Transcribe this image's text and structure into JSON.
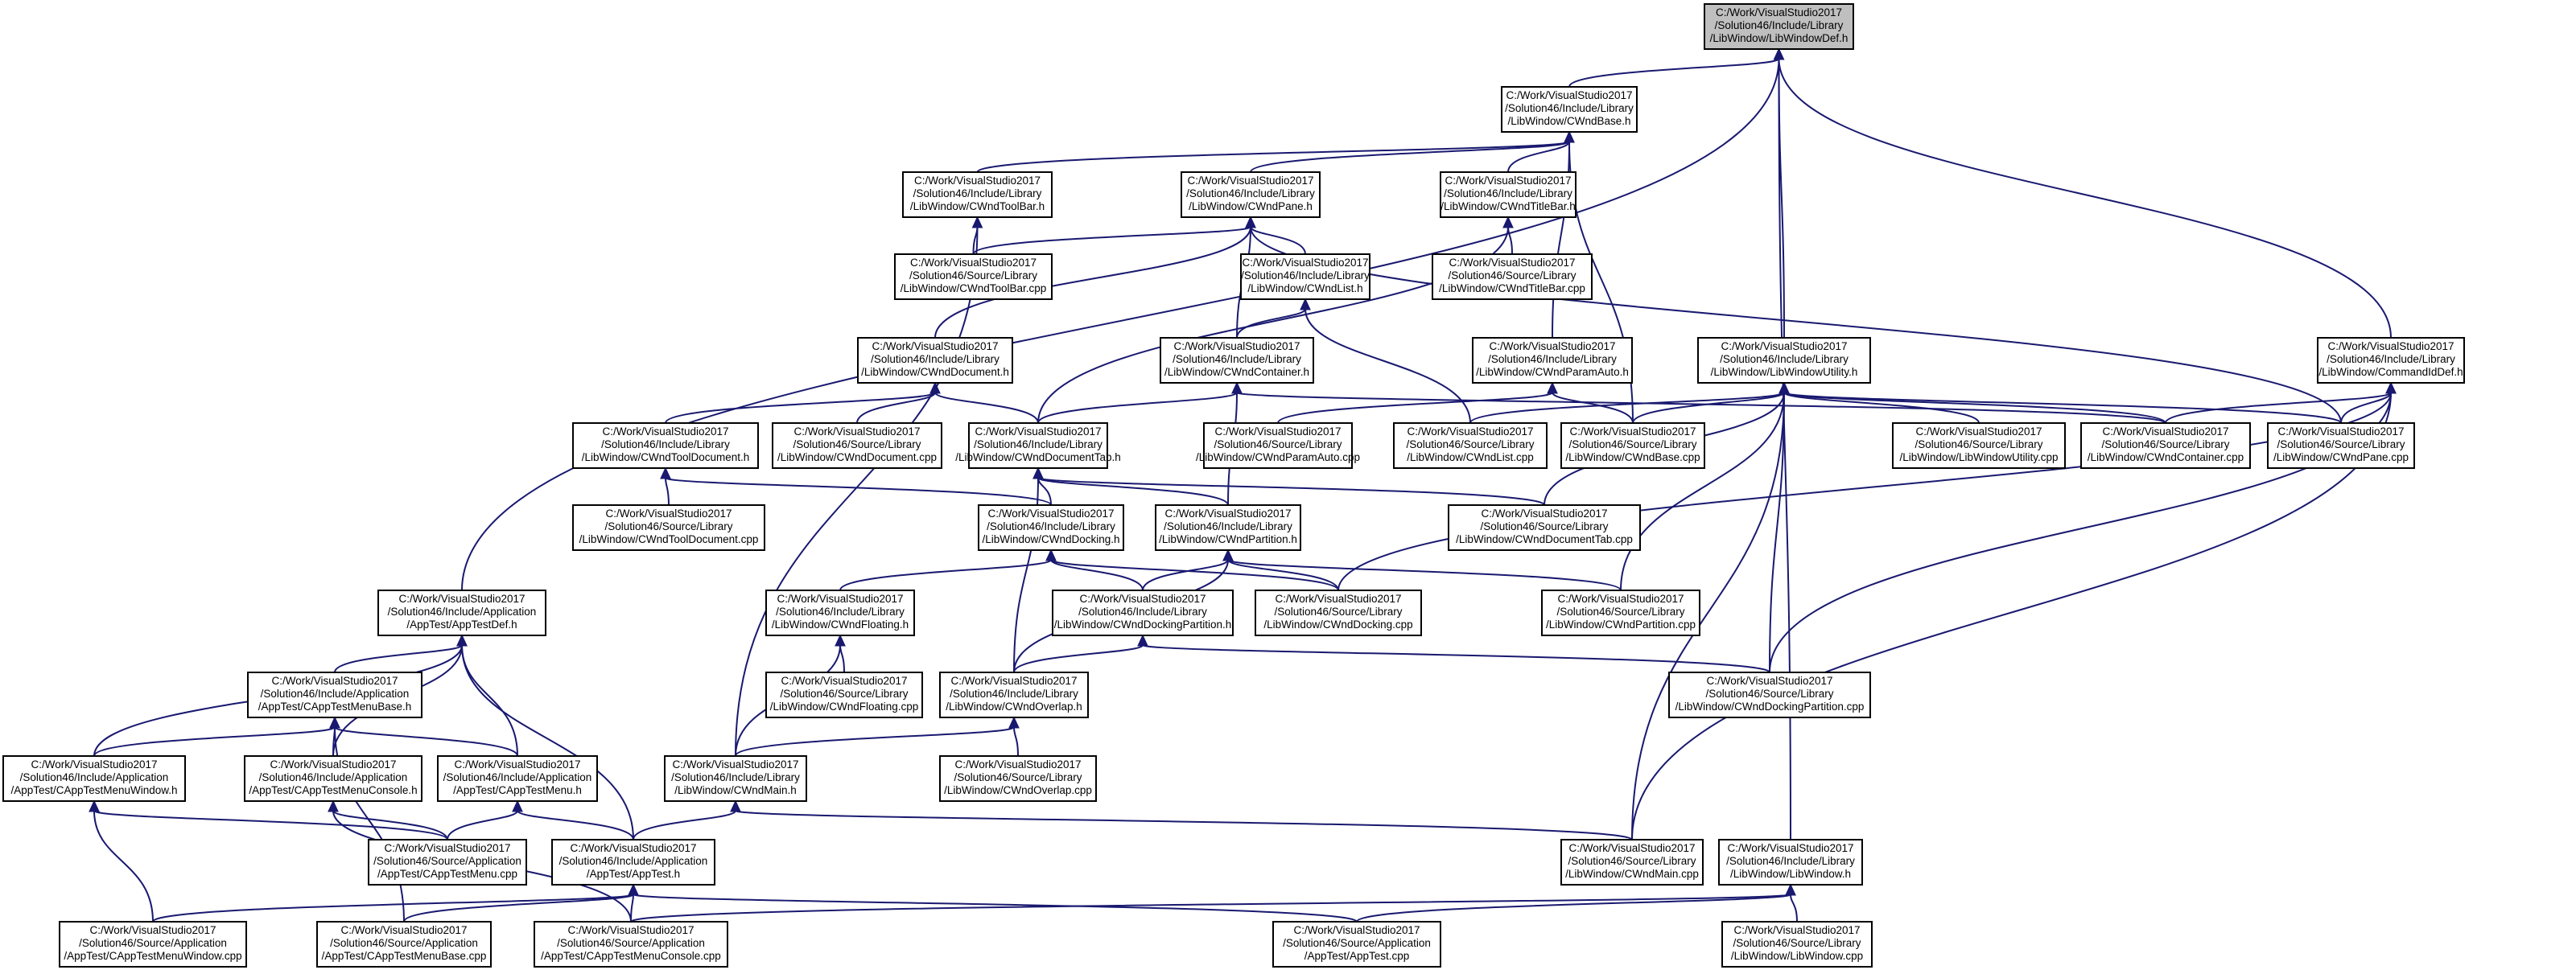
{
  "colors": {
    "edge": "#191970",
    "node_border": "#000000",
    "node_fill": "#ffffff",
    "root_fill": "#bfbfbf",
    "background": "#ffffff"
  },
  "nodes": [
    {
      "id": "libwindowdef",
      "lines": [
        "C:/Work/VisualStudio2017",
        "/Solution46/Include/Library",
        "/LibWindow/LibWindowDef.h"
      ],
      "root": true
    },
    {
      "id": "cwndbase_h",
      "lines": [
        "C:/Work/VisualStudio2017",
        "/Solution46/Include/Library",
        "/LibWindow/CWndBase.h"
      ]
    },
    {
      "id": "cwndtoolbar_h",
      "lines": [
        "C:/Work/VisualStudio2017",
        "/Solution46/Include/Library",
        "/LibWindow/CWndToolBar.h"
      ]
    },
    {
      "id": "cwndpane_h",
      "lines": [
        "C:/Work/VisualStudio2017",
        "/Solution46/Include/Library",
        "/LibWindow/CWndPane.h"
      ]
    },
    {
      "id": "cwndtitlebar_h",
      "lines": [
        "C:/Work/VisualStudio2017",
        "/Solution46/Include/Library",
        "/LibWindow/CWndTitleBar.h"
      ]
    },
    {
      "id": "cwndtoolbar_cpp",
      "lines": [
        "C:/Work/VisualStudio2017",
        "/Solution46/Source/Library",
        "/LibWindow/CWndToolBar.cpp"
      ]
    },
    {
      "id": "cwndlist_h",
      "lines": [
        "C:/Work/VisualStudio2017",
        "/Solution46/Include/Library",
        "/LibWindow/CWndList.h"
      ]
    },
    {
      "id": "cwndtitlebar_cpp",
      "lines": [
        "C:/Work/VisualStudio2017",
        "/Solution46/Source/Library",
        "/LibWindow/CWndTitleBar.cpp"
      ]
    },
    {
      "id": "cwnddocument_h",
      "lines": [
        "C:/Work/VisualStudio2017",
        "/Solution46/Include/Library",
        "/LibWindow/CWndDocument.h"
      ]
    },
    {
      "id": "cwndcontainer_h",
      "lines": [
        "C:/Work/VisualStudio2017",
        "/Solution46/Include/Library",
        "/LibWindow/CWndContainer.h"
      ]
    },
    {
      "id": "cwndparamauto_h",
      "lines": [
        "C:/Work/VisualStudio2017",
        "/Solution46/Include/Library",
        "/LibWindow/CWndParamAuto.h"
      ]
    },
    {
      "id": "libwindowutility_h",
      "lines": [
        "C:/Work/VisualStudio2017",
        "/Solution46/Include/Library",
        "/LibWindow/LibWindowUtility.h"
      ]
    },
    {
      "id": "commandiddef_h",
      "lines": [
        "C:/Work/VisualStudio2017",
        "/Solution46/Include/Library",
        "/LibWindow/CommandIdDef.h"
      ]
    },
    {
      "id": "cwndtooldocument_h",
      "lines": [
        "C:/Work/VisualStudio2017",
        "/Solution46/Include/Library",
        "/LibWindow/CWndToolDocument.h"
      ]
    },
    {
      "id": "cwnddocument_cpp",
      "lines": [
        "C:/Work/VisualStudio2017",
        "/Solution46/Source/Library",
        "/LibWindow/CWndDocument.cpp"
      ]
    },
    {
      "id": "cwnddocumenttab_h",
      "lines": [
        "C:/Work/VisualStudio2017",
        "/Solution46/Include/Library",
        "/LibWindow/CWndDocumentTab.h"
      ]
    },
    {
      "id": "cwndparamauto_cpp",
      "lines": [
        "C:/Work/VisualStudio2017",
        "/Solution46/Source/Library",
        "/LibWindow/CWndParamAuto.cpp"
      ]
    },
    {
      "id": "cwndlist_cpp",
      "lines": [
        "C:/Work/VisualStudio2017",
        "/Solution46/Source/Library",
        "/LibWindow/CWndList.cpp"
      ]
    },
    {
      "id": "cwndbase_cpp",
      "lines": [
        "C:/Work/VisualStudio2017",
        "/Solution46/Source/Library",
        "/LibWindow/CWndBase.cpp"
      ]
    },
    {
      "id": "libwindowutility_cpp",
      "lines": [
        "C:/Work/VisualStudio2017",
        "/Solution46/Source/Library",
        "/LibWindow/LibWindowUtility.cpp"
      ]
    },
    {
      "id": "cwndcontainer_cpp",
      "lines": [
        "C:/Work/VisualStudio2017",
        "/Solution46/Source/Library",
        "/LibWindow/CWndContainer.cpp"
      ]
    },
    {
      "id": "cwndpane_cpp",
      "lines": [
        "C:/Work/VisualStudio2017",
        "/Solution46/Source/Library",
        "/LibWindow/CWndPane.cpp"
      ]
    },
    {
      "id": "cwndtooldocument_cpp",
      "lines": [
        "C:/Work/VisualStudio2017",
        "/Solution46/Source/Library",
        "/LibWindow/CWndToolDocument.cpp"
      ]
    },
    {
      "id": "cwnddocking_h",
      "lines": [
        "C:/Work/VisualStudio2017",
        "/Solution46/Include/Library",
        "/LibWindow/CWndDocking.h"
      ]
    },
    {
      "id": "cwndpartition_h",
      "lines": [
        "C:/Work/VisualStudio2017",
        "/Solution46/Include/Library",
        "/LibWindow/CWndPartition.h"
      ]
    },
    {
      "id": "cwnddocumenttab_cpp",
      "lines": [
        "C:/Work/VisualStudio2017",
        "/Solution46/Source/Library",
        "/LibWindow/CWndDocumentTab.cpp"
      ]
    },
    {
      "id": "apptestdef_h",
      "lines": [
        "C:/Work/VisualStudio2017",
        "/Solution46/Include/Application",
        "/AppTest/AppTestDef.h"
      ]
    },
    {
      "id": "cwndfloating_h",
      "lines": [
        "C:/Work/VisualStudio2017",
        "/Solution46/Include/Library",
        "/LibWindow/CWndFloating.h"
      ]
    },
    {
      "id": "cwnddockingpartition_h",
      "lines": [
        "C:/Work/VisualStudio2017",
        "/Solution46/Include/Library",
        "/LibWindow/CWndDockingPartition.h"
      ]
    },
    {
      "id": "cwnddocking_cpp",
      "lines": [
        "C:/Work/VisualStudio2017",
        "/Solution46/Source/Library",
        "/LibWindow/CWndDocking.cpp"
      ]
    },
    {
      "id": "cwndpartition_cpp",
      "lines": [
        "C:/Work/VisualStudio2017",
        "/Solution46/Source/Library",
        "/LibWindow/CWndPartition.cpp"
      ]
    },
    {
      "id": "capptestmenubase_h",
      "lines": [
        "C:/Work/VisualStudio2017",
        "/Solution46/Include/Application",
        "/AppTest/CAppTestMenuBase.h"
      ]
    },
    {
      "id": "cwndfloating_cpp",
      "lines": [
        "C:/Work/VisualStudio2017",
        "/Solution46/Source/Library",
        "/LibWindow/CWndFloating.cpp"
      ]
    },
    {
      "id": "cwndoverlap_h",
      "lines": [
        "C:/Work/VisualStudio2017",
        "/Solution46/Include/Library",
        "/LibWindow/CWndOverlap.h"
      ]
    },
    {
      "id": "cwnddockingpartition_cpp",
      "lines": [
        "C:/Work/VisualStudio2017",
        "/Solution46/Source/Library",
        "/LibWindow/CWndDockingPartition.cpp"
      ]
    },
    {
      "id": "capptestmenuwindow_h",
      "lines": [
        "C:/Work/VisualStudio2017",
        "/Solution46/Include/Application",
        "/AppTest/CAppTestMenuWindow.h"
      ]
    },
    {
      "id": "capptestmenuconsole_h",
      "lines": [
        "C:/Work/VisualStudio2017",
        "/Solution46/Include/Application",
        "/AppTest/CAppTestMenuConsole.h"
      ]
    },
    {
      "id": "capptestmenu_h",
      "lines": [
        "C:/Work/VisualStudio2017",
        "/Solution46/Include/Application",
        "/AppTest/CAppTestMenu.h"
      ]
    },
    {
      "id": "cwndmain_h",
      "lines": [
        "C:/Work/VisualStudio2017",
        "/Solution46/Include/Library",
        "/LibWindow/CWndMain.h"
      ]
    },
    {
      "id": "cwndoverlap_cpp",
      "lines": [
        "C:/Work/VisualStudio2017",
        "/Solution46/Source/Library",
        "/LibWindow/CWndOverlap.cpp"
      ]
    },
    {
      "id": "capptestmenu_cpp",
      "lines": [
        "C:/Work/VisualStudio2017",
        "/Solution46/Source/Application",
        "/AppTest/CAppTestMenu.cpp"
      ]
    },
    {
      "id": "apptest_h",
      "lines": [
        "C:/Work/VisualStudio2017",
        "/Solution46/Include/Application",
        "/AppTest/AppTest.h"
      ]
    },
    {
      "id": "cwndmain_cpp",
      "lines": [
        "C:/Work/VisualStudio2017",
        "/Solution46/Source/Library",
        "/LibWindow/CWndMain.cpp"
      ]
    },
    {
      "id": "libwindow_h",
      "lines": [
        "C:/Work/VisualStudio2017",
        "/Solution46/Include/Library",
        "/LibWindow/LibWindow.h"
      ]
    },
    {
      "id": "capptestmenuwindow_cpp",
      "lines": [
        "C:/Work/VisualStudio2017",
        "/Solution46/Source/Application",
        "/AppTest/CAppTestMenuWindow.cpp"
      ]
    },
    {
      "id": "capptestmenubase_cpp",
      "lines": [
        "C:/Work/VisualStudio2017",
        "/Solution46/Source/Application",
        "/AppTest/CAppTestMenuBase.cpp"
      ]
    },
    {
      "id": "capptestmenuconsole_cpp",
      "lines": [
        "C:/Work/VisualStudio2017",
        "/Solution46/Source/Application",
        "/AppTest/CAppTestMenuConsole.cpp"
      ]
    },
    {
      "id": "apptest_cpp",
      "lines": [
        "C:/Work/VisualStudio2017",
        "/Solution46/Source/Application",
        "/AppTest/AppTest.cpp"
      ]
    },
    {
      "id": "libwindow_cpp",
      "lines": [
        "C:/Work/VisualStudio2017",
        "/Solution46/Source/Library",
        "/LibWindow/LibWindow.cpp"
      ]
    }
  ],
  "edges": [
    [
      "libwindowdef",
      "cwndbase_h"
    ],
    [
      "libwindowdef",
      "libwindowutility_h"
    ],
    [
      "libwindowdef",
      "commandiddef_h"
    ],
    [
      "libwindowdef",
      "apptestdef_h"
    ],
    [
      "libwindowdef",
      "libwindow_h"
    ],
    [
      "cwndbase_h",
      "cwndtoolbar_h"
    ],
    [
      "cwndbase_h",
      "cwndpane_h"
    ],
    [
      "cwndbase_h",
      "cwndtitlebar_h"
    ],
    [
      "cwndbase_h",
      "cwndparamauto_h"
    ],
    [
      "cwndbase_h",
      "cwndbase_cpp"
    ],
    [
      "cwndtoolbar_h",
      "cwndtoolbar_cpp"
    ],
    [
      "cwndtoolbar_h",
      "cwndmain_h"
    ],
    [
      "cwndpane_h",
      "cwndtoolbar_cpp"
    ],
    [
      "cwndpane_h",
      "cwndlist_h"
    ],
    [
      "cwndpane_h",
      "cwnddocument_h"
    ],
    [
      "cwndpane_h",
      "cwndcontainer_h"
    ],
    [
      "cwndpane_h",
      "cwndpane_cpp"
    ],
    [
      "cwndtitlebar_h",
      "cwndtitlebar_cpp"
    ],
    [
      "cwndtitlebar_h",
      "cwnddocumenttab_h"
    ],
    [
      "cwndlist_h",
      "cwndcontainer_h"
    ],
    [
      "cwndlist_h",
      "cwndlist_cpp"
    ],
    [
      "cwnddocument_h",
      "cwndtooldocument_h"
    ],
    [
      "cwnddocument_h",
      "cwnddocument_cpp"
    ],
    [
      "cwnddocument_h",
      "cwnddocumenttab_h"
    ],
    [
      "cwndcontainer_h",
      "cwnddocumenttab_h"
    ],
    [
      "cwndcontainer_h",
      "cwndpartition_h"
    ],
    [
      "cwndcontainer_h",
      "cwndcontainer_cpp"
    ],
    [
      "cwndparamauto_h",
      "cwndparamauto_cpp"
    ],
    [
      "cwndparamauto_h",
      "cwndbase_cpp"
    ],
    [
      "libwindowutility_h",
      "cwndlist_cpp"
    ],
    [
      "libwindowutility_h",
      "cwndbase_cpp"
    ],
    [
      "libwindowutility_h",
      "libwindowutility_cpp"
    ],
    [
      "libwindowutility_h",
      "cwndcontainer_cpp"
    ],
    [
      "libwindowutility_h",
      "cwndpane_cpp"
    ],
    [
      "libwindowutility_h",
      "cwnddocumenttab_cpp"
    ],
    [
      "libwindowutility_h",
      "cwndpartition_cpp"
    ],
    [
      "libwindowutility_h",
      "cwnddockingpartition_cpp"
    ],
    [
      "libwindowutility_h",
      "cwndmain_cpp"
    ],
    [
      "commandiddef_h",
      "cwndcontainer_cpp"
    ],
    [
      "commandiddef_h",
      "cwndpane_cpp"
    ],
    [
      "commandiddef_h",
      "cwnddocking_cpp"
    ],
    [
      "commandiddef_h",
      "cwnddockingpartition_cpp"
    ],
    [
      "commandiddef_h",
      "cwndmain_cpp"
    ],
    [
      "cwndtooldocument_h",
      "cwndtooldocument_cpp"
    ],
    [
      "cwndtooldocument_h",
      "cwnddocking_h"
    ],
    [
      "cwnddocumenttab_h",
      "cwnddocking_h"
    ],
    [
      "cwnddocumenttab_h",
      "cwndpartition_h"
    ],
    [
      "cwnddocumenttab_h",
      "cwnddocumenttab_cpp"
    ],
    [
      "cwnddocumenttab_h",
      "cwndoverlap_h"
    ],
    [
      "cwnddocking_h",
      "cwndfloating_h"
    ],
    [
      "cwnddocking_h",
      "cwnddockingpartition_h"
    ],
    [
      "cwnddocking_h",
      "cwnddocking_cpp"
    ],
    [
      "cwndpartition_h",
      "cwnddockingpartition_h"
    ],
    [
      "cwndpartition_h",
      "cwnddocking_cpp"
    ],
    [
      "cwndpartition_h",
      "cwndpartition_cpp"
    ],
    [
      "cwndpartition_h",
      "cwndoverlap_h"
    ],
    [
      "apptestdef_h",
      "capptestmenubase_h"
    ],
    [
      "apptestdef_h",
      "capptestmenuwindow_h"
    ],
    [
      "apptestdef_h",
      "capptestmenuconsole_h"
    ],
    [
      "apptestdef_h",
      "capptestmenu_h"
    ],
    [
      "apptestdef_h",
      "apptest_h"
    ],
    [
      "cwndfloating_h",
      "cwndfloating_cpp"
    ],
    [
      "cwndfloating_h",
      "cwndmain_h"
    ],
    [
      "cwnddockingpartition_h",
      "cwndoverlap_h"
    ],
    [
      "cwnddockingpartition_h",
      "cwnddockingpartition_cpp"
    ],
    [
      "capptestmenubase_h",
      "capptestmenuwindow_h"
    ],
    [
      "capptestmenubase_h",
      "capptestmenuconsole_h"
    ],
    [
      "capptestmenubase_h",
      "capptestmenu_h"
    ],
    [
      "capptestmenubase_h",
      "capptestmenubase_cpp"
    ],
    [
      "cwndoverlap_h",
      "cwndmain_h"
    ],
    [
      "cwndoverlap_h",
      "cwndoverlap_cpp"
    ],
    [
      "capptestmenuwindow_h",
      "capptestmenu_cpp"
    ],
    [
      "capptestmenuwindow_h",
      "capptestmenuwindow_cpp"
    ],
    [
      "capptestmenuconsole_h",
      "capptestmenu_cpp"
    ],
    [
      "capptestmenuconsole_h",
      "capptestmenuconsole_cpp"
    ],
    [
      "capptestmenu_h",
      "capptestmenu_cpp"
    ],
    [
      "capptestmenu_h",
      "apptest_h"
    ],
    [
      "cwndmain_h",
      "apptest_h"
    ],
    [
      "cwndmain_h",
      "cwndmain_cpp"
    ],
    [
      "apptest_h",
      "capptestmenuwindow_cpp"
    ],
    [
      "apptest_h",
      "capptestmenubase_cpp"
    ],
    [
      "apptest_h",
      "capptestmenuconsole_cpp"
    ],
    [
      "apptest_h",
      "apptest_cpp"
    ],
    [
      "libwindow_h",
      "capptestmenuconsole_cpp"
    ],
    [
      "libwindow_h",
      "apptest_cpp"
    ],
    [
      "libwindow_h",
      "libwindow_cpp"
    ]
  ]
}
